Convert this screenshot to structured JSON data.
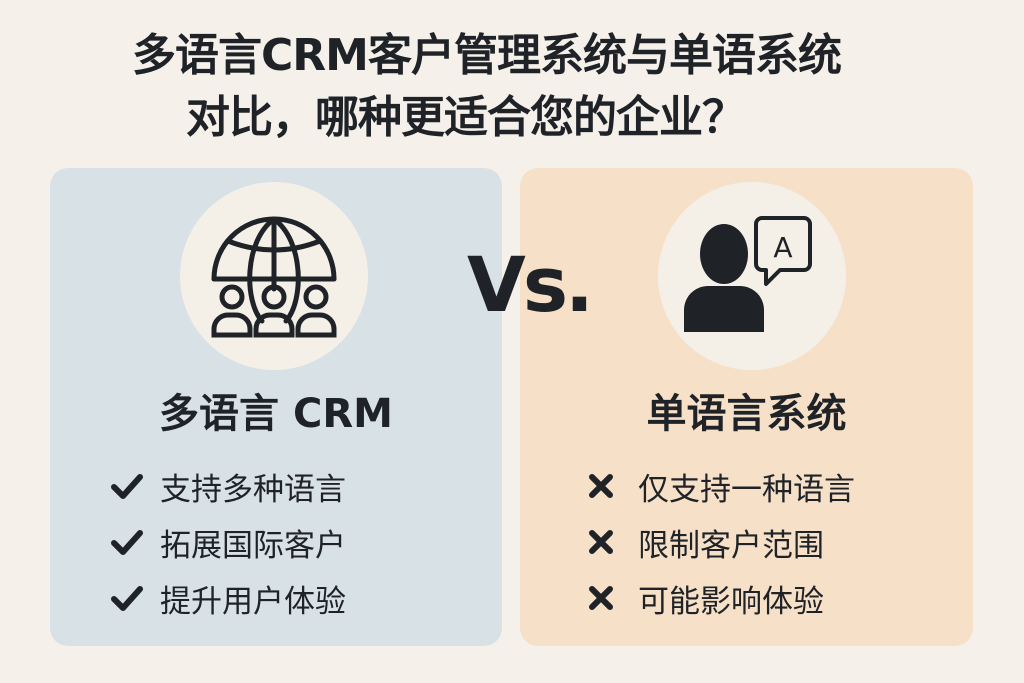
{
  "colors": {
    "background": "#f5f1ea",
    "left_card": "#d8e2e6",
    "right_card": "#f6e0c7",
    "icon_circle": "#f4f0e8",
    "ink": "#1f2328"
  },
  "title": {
    "line1": "多语言CRM客户管理系统与单语系统",
    "line2": "对比，哪种更适合您的企业？"
  },
  "vs_label": "Vs.",
  "left_card": {
    "icon": "globe-with-people-icon",
    "heading": "多语言 CRM",
    "mark_icon": "check-icon",
    "items": [
      "支持多种语言",
      "拓展国际客户",
      "提升用户体验"
    ]
  },
  "right_card": {
    "icon": "person-with-speech-bubble-icon",
    "bubble_letter": "A",
    "heading": "单语言系统",
    "mark_icon": "x-icon",
    "items": [
      "仅支持一种语言",
      "限制客户范围",
      "可能影响体验"
    ]
  }
}
